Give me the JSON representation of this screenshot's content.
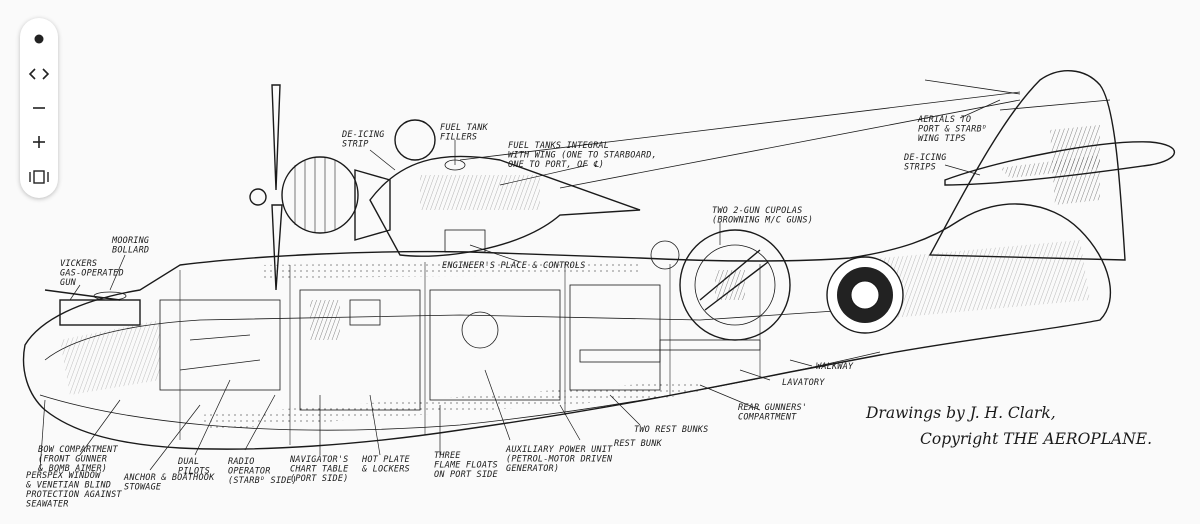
{
  "toolbar": {
    "items": [
      {
        "name": "dot-icon"
      },
      {
        "name": "prev-next-icon"
      },
      {
        "name": "zoom-out-icon"
      },
      {
        "name": "zoom-in-icon"
      },
      {
        "name": "gallery-icon"
      }
    ]
  },
  "labels": {
    "de_icing_strip": "DE-ICING\nSTRIP",
    "fuel_tank_fillers": "FUEL TANK\nFILLERS",
    "fuel_tanks": "FUEL TANKS INTEGRAL\nWITH WING (ONE TO STARBOARD,\nONE TO PORT, OF ℄)",
    "aerials": "AERIALS TO\nPORT & STARBᴰ\nWING TIPS",
    "de_icing_strips": "DE-ICING\nSTRIPS",
    "two_gun_cupolas": "TWO 2-GUN CUPOLAS\n(BROWNING M/C GUNS)",
    "engineers_place": "ENGINEER'S PLACE & CONTROLS",
    "mooring_bollard": "MOORING\nBOLLARD",
    "vickers_gun": "VICKERS\nGAS-OPERATED\nGUN",
    "walkway": "WALKWAY",
    "lavatory": "LAVATORY",
    "rear_gunners": "REAR GUNNERS'\nCOMPARTMENT",
    "two_rest_bunks": "TWO REST BUNKS",
    "rest_bunk": "REST BUNK",
    "auxiliary_power": "AUXILIARY POWER UNIT\n(PETROL-MOTOR DRIVEN\nGENERATOR)",
    "three_flame_floats": "THREE\nFLAME FLOATS\nON PORT SIDE",
    "hot_plate": "HOT PLATE\n& LOCKERS",
    "navigators_table": "NAVIGATOR'S\nCHART TABLE\n(PORT SIDE)",
    "radio_operator": "RADIO\nOPERATOR\n(STARBᴰ SIDE)",
    "dual_pilots": "DUAL\nPILOTS",
    "anchor_stowage": "ANCHOR & BOATHOOK\nSTOWAGE",
    "bow_compartment": "BOW COMPARTMENT\n(FRONT GUNNER\n& BOMB AIMER)",
    "perspex_window": "PERSPEX WINDOW\n& VENETIAN BLIND\nPROTECTION AGAINST\nSEAWATER"
  },
  "credit": {
    "line1": "Drawings by J. H. Clark,",
    "line2": "Copyright THE AEROPLANE."
  }
}
